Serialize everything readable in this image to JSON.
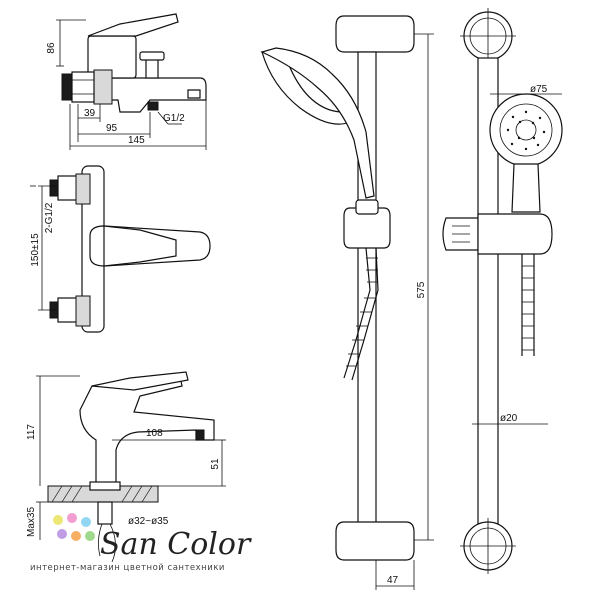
{
  "dimensions": {
    "top_view": {
      "height": "86",
      "pipe_offset": "39",
      "spout_offset": "95",
      "total_width": "145",
      "thread": "G1/2"
    },
    "front_view": {
      "inlets": "2-G1/2",
      "spacing": "150±15"
    },
    "basin_view": {
      "height": "117",
      "reach": "108",
      "spout_height": "51",
      "hole": "ø32~ø35",
      "deck": "Max35"
    },
    "shower_rail": {
      "length": "575",
      "depth": "47",
      "bar_diameter": "ø20",
      "head_diameter": "ø75"
    }
  },
  "brand": {
    "name": "San Color",
    "tagline": "интернет-магазин цветной сантехники"
  },
  "colors": {
    "brand_dots": [
      "#e8e35a",
      "#f28cc9",
      "#7fd0f0",
      "#b58be0",
      "#f6a24a",
      "#8ed37a"
    ]
  }
}
